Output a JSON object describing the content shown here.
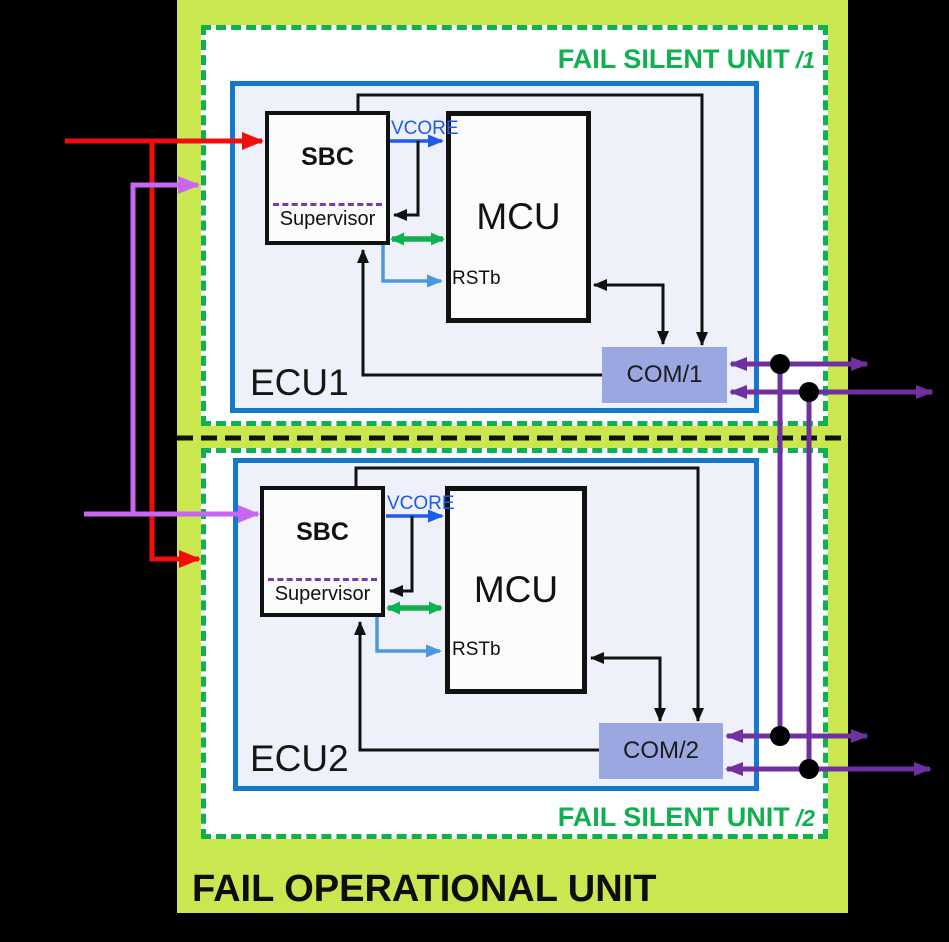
{
  "labels": {
    "fail_operational_unit": "FAIL OPERATIONAL UNIT"
  },
  "fsu1": {
    "title": "FAIL SILENT UNIT",
    "index": "/1"
  },
  "fsu2": {
    "title": "FAIL SILENT UNIT",
    "index": "/2"
  },
  "ecu1": {
    "name": "ECU1",
    "sbc_label": "SBC",
    "supervisor_label": "Supervisor",
    "mcu_label": "MCU",
    "vcore_label": "VCORE",
    "rstb_label": "RSTb",
    "com_label": "COM/1"
  },
  "ecu2": {
    "name": "ECU2",
    "sbc_label": "SBC",
    "supervisor_label": "Supervisor",
    "mcu_label": "MCU",
    "vcore_label": "VCORE",
    "rstb_label": "RSTb",
    "com_label": "COM/2"
  },
  "colors": {
    "background": "#000000",
    "fail_operational_fill": "#CBE74F",
    "fail_silent_green": "#10B050",
    "ecu_border_blue": "#1478CC",
    "ecu_fill": "#EEF1FA",
    "chip_fill": "#FBFCFE",
    "com_fill": "#9AA7E0",
    "supply1_red": "#F20D0D",
    "supply2_violet": "#C767F2",
    "vcore_blue": "#1D5BE8",
    "reset_lightblue": "#4B99DB",
    "spi_green": "#0DB14E",
    "bus_purple": "#7030A0",
    "supervisor_dash_purple": "#7B3BAF",
    "wire_black": "#111111"
  }
}
